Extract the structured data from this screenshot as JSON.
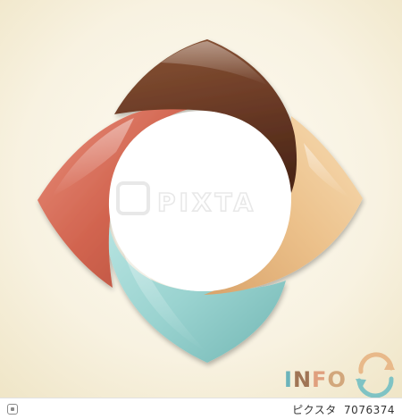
{
  "watermark": {
    "text": "PIXTA"
  },
  "info_badge": {
    "letters": [
      "I",
      "N",
      "F",
      "O"
    ],
    "letter_colors": [
      "#6bb4bb",
      "#a07555",
      "#e0a07e",
      "#d2a77c"
    ],
    "icon": "cycle-arrows-icon"
  },
  "footer": {
    "site": "ピクスタ",
    "id_number": "7076374"
  },
  "colors": {
    "background": "#f5efda",
    "petal_brown": "#6d3b27",
    "petal_peach": "#efc58f",
    "petal_teal": "#9ed6d3",
    "petal_coral": "#d56753"
  }
}
